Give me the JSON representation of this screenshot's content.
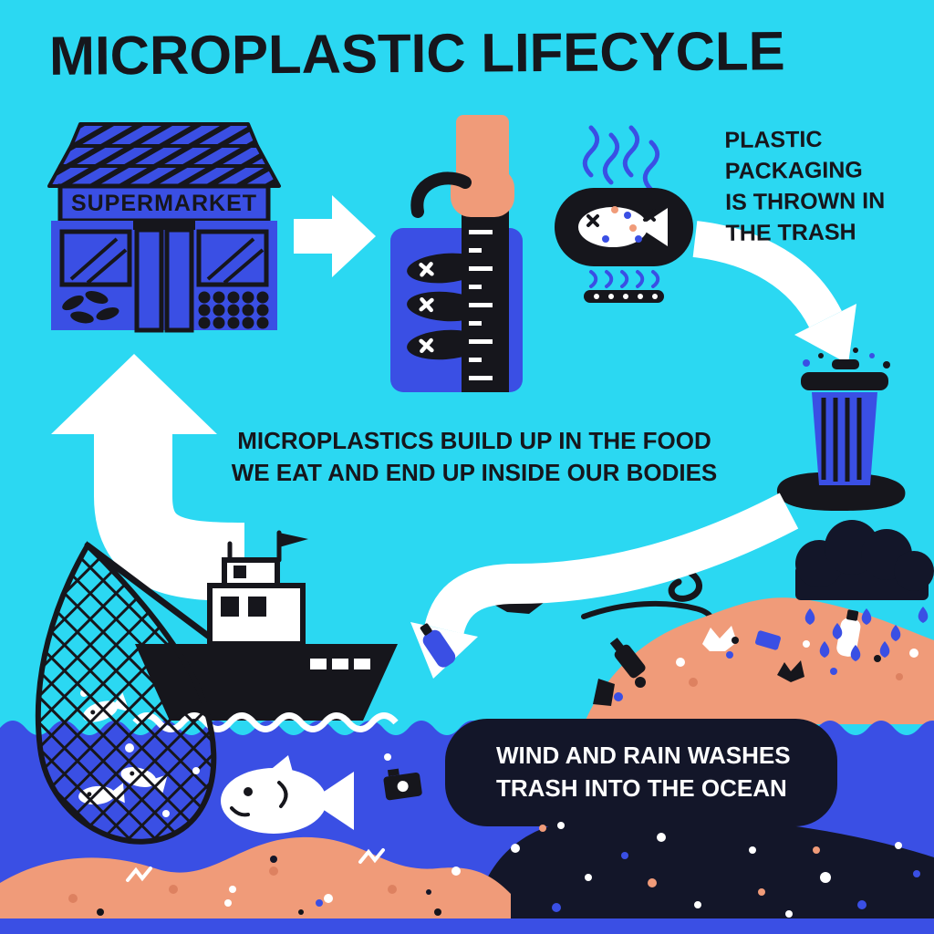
{
  "title": "MICROPLASTIC LIFECYCLE",
  "supermarket": {
    "sign": "SUPERMARKET"
  },
  "captions": {
    "trash": {
      "lines": [
        "PLASTIC",
        "PACKAGING",
        "IS THROWN IN",
        "THE TRASH"
      ]
    },
    "food": {
      "lines": [
        "MICROPLASTICS BUILD UP IN THE FOOD",
        "WE EAT AND END UP INSIDE OUR BODIES"
      ]
    },
    "ocean": {
      "lines": [
        "WIND AND RAIN WASHES",
        "TRASH INTO THE OCEAN"
      ]
    }
  },
  "colors": {
    "background": "#2BD8F2",
    "blue": "#3A4FE4",
    "black": "#16161C",
    "white": "#FFFFFF",
    "coral": "#F09B79",
    "coral_dark": "#DD8160",
    "navy": "#131629"
  },
  "illustrations": [
    "supermarket-building",
    "arrow-right",
    "hand-holding-fish-package",
    "canned-fish-meal",
    "arrow-to-trash",
    "trash-can",
    "rain-cloud",
    "wind-gust",
    "trash-heap",
    "arrow-to-ocean",
    "plastic-bottle",
    "arrow-up-cycle",
    "fishing-boat",
    "fishing-net",
    "ocean-fish"
  ]
}
